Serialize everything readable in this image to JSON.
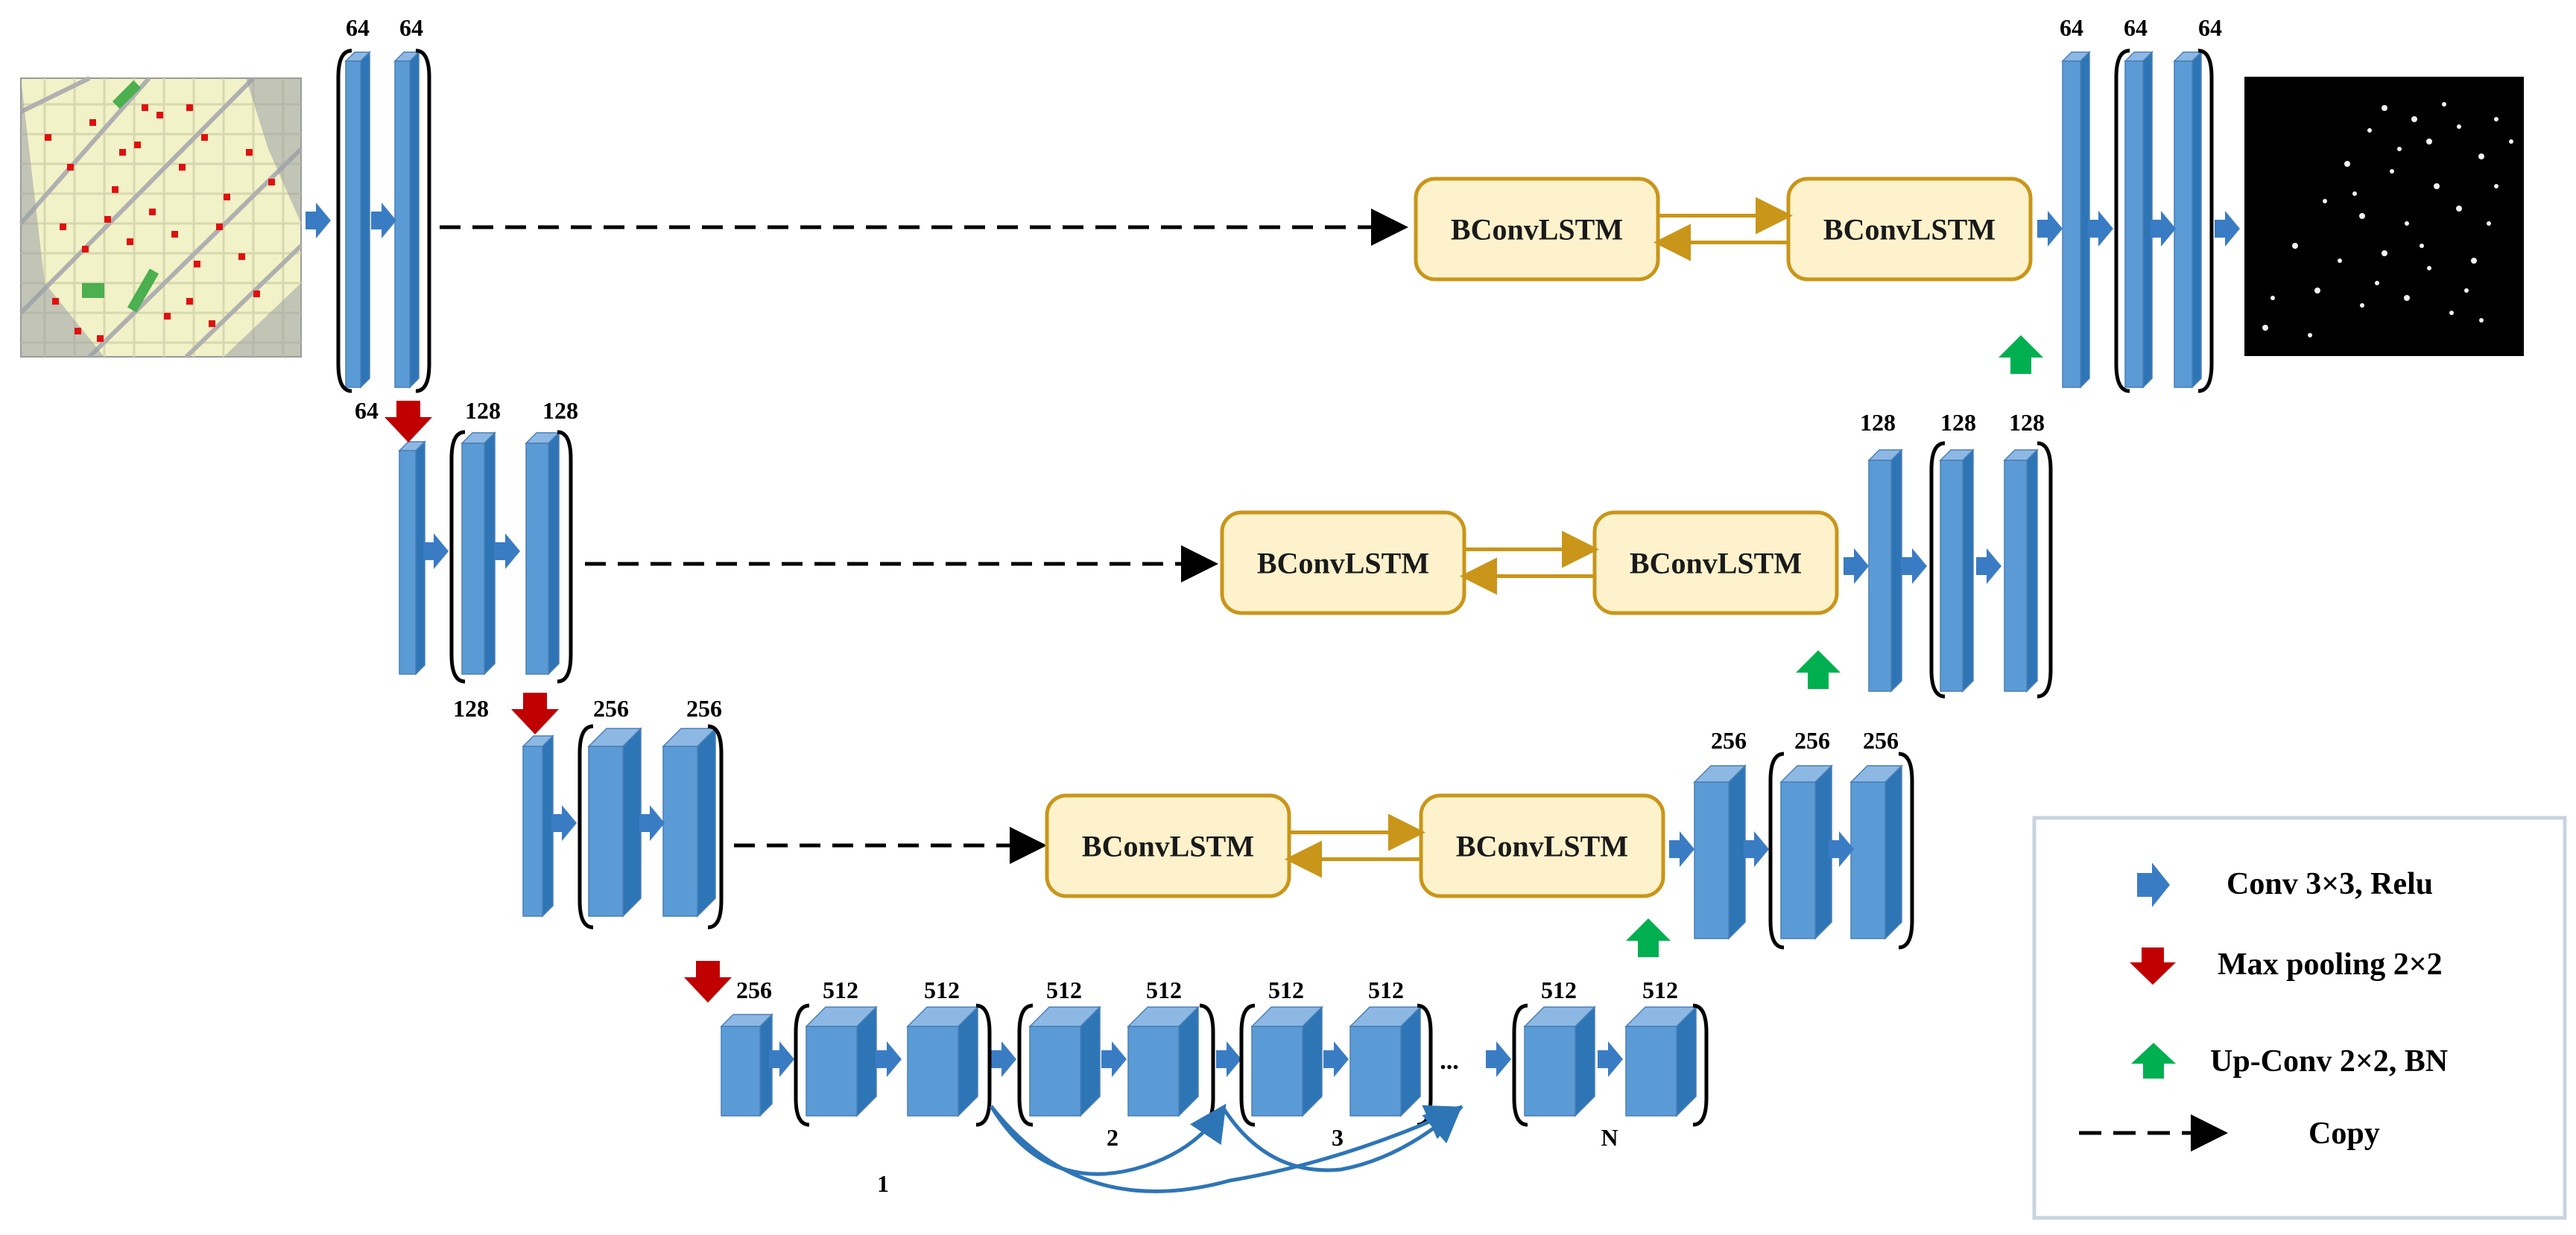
{
  "colors": {
    "block_front": "#5b9bd5",
    "block_side": "#2e75b6",
    "block_top": "#8db8e4",
    "conv_arrow": "#3a7cc4",
    "pool_arrow": "#c00000",
    "upconv_arrow": "#00b050",
    "lstm_fill": "#fdf2cc",
    "lstm_stroke": "#c9961a",
    "lstm_arrow": "#c9961a",
    "copy_arrow": "#000000",
    "skip_arrow": "#2e75b6"
  },
  "encoder": {
    "level1": {
      "labels": [
        "64",
        "64"
      ]
    },
    "level2": {
      "labels": [
        "64",
        "128",
        "128"
      ]
    },
    "level3": {
      "labels": [
        "128",
        "256",
        "256"
      ]
    },
    "bottleneck": {
      "input_label": "256",
      "block_labels": [
        "512",
        "512",
        "512",
        "512",
        "512",
        "512",
        "512",
        "512"
      ],
      "group_labels": [
        "1",
        "2",
        "3",
        "N"
      ],
      "ellipsis": "..."
    }
  },
  "decoder": {
    "level1": {
      "labels": [
        "64",
        "64",
        "64"
      ]
    },
    "level2": {
      "labels": [
        "128",
        "128",
        "128"
      ]
    },
    "level3": {
      "labels": [
        "256",
        "256",
        "256"
      ]
    }
  },
  "lstm": {
    "label": "BConvLSTM"
  },
  "legend": {
    "conv": "Conv 3×3, Relu",
    "pool": "Max pooling 2×2",
    "upconv": "Up-Conv 2×2, BN",
    "copy": "Copy"
  },
  "images": {
    "input": "input-map-image",
    "output": "output-prediction-image"
  }
}
